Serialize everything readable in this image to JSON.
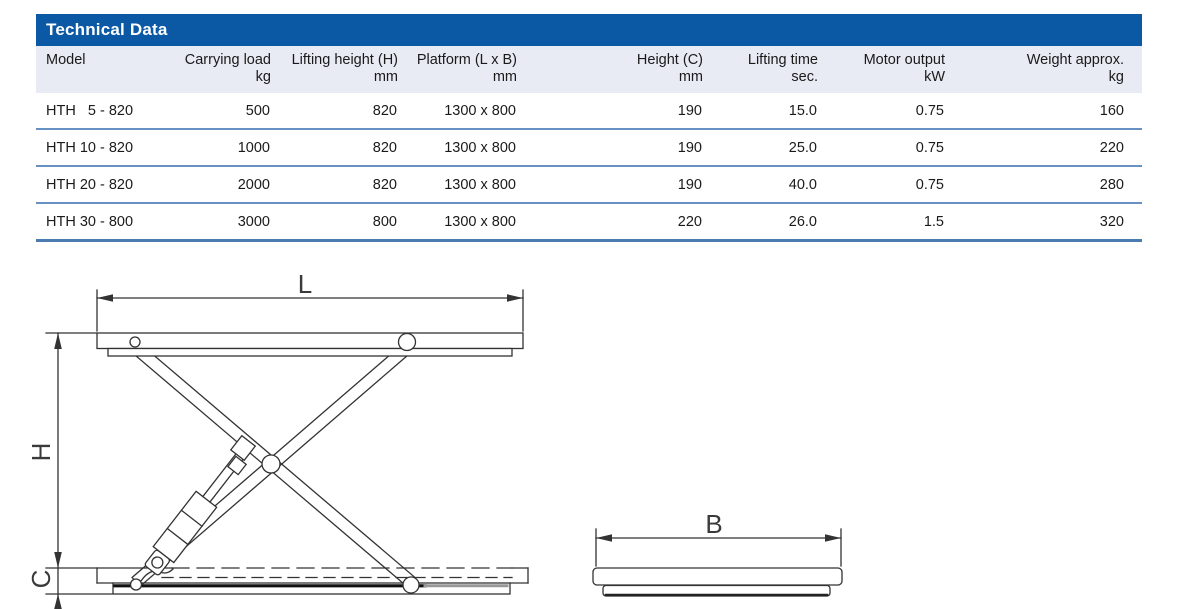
{
  "page": {
    "background": "#ffffff"
  },
  "table": {
    "title": "Technical Data",
    "title_bar_color": "#0b58a5",
    "header_bg_color": "#e8eaf4",
    "row_line_color": "#6691c2",
    "bottom_border_color": "#4a7cb0",
    "columns": [
      {
        "label": "Model",
        "unit": ""
      },
      {
        "label": "Carrying load",
        "unit": "kg"
      },
      {
        "label": "Lifting height (H)",
        "unit": "mm"
      },
      {
        "label": "Platform (L x B)",
        "unit": "mm"
      },
      {
        "label": "Height (C)",
        "unit": "mm"
      },
      {
        "label": "Lifting time",
        "unit": "sec."
      },
      {
        "label": "Motor output",
        "unit": "kW"
      },
      {
        "label": "Weight approx.",
        "unit": "kg"
      }
    ],
    "rows": [
      [
        "HTH   5 - 820",
        "500",
        "820",
        "1300 x 800",
        "190",
        "15.0",
        "0.75",
        "160"
      ],
      [
        "HTH 10 - 820",
        "1000",
        "820",
        "1300 x 800",
        "190",
        "25.0",
        "0.75",
        "220"
      ],
      [
        "HTH 20 - 820",
        "2000",
        "820",
        "1300 x 800",
        "190",
        "40.0",
        "0.75",
        "280"
      ],
      [
        "HTH 30 - 800",
        "3000",
        "800",
        "1300 x 800",
        "220",
        "26.0",
        "1.5",
        "320"
      ]
    ]
  },
  "diagram": {
    "stroke_color": "#333333",
    "labels": {
      "length": "L",
      "lift_height": "H",
      "closed_height": "C",
      "width": "B"
    }
  }
}
